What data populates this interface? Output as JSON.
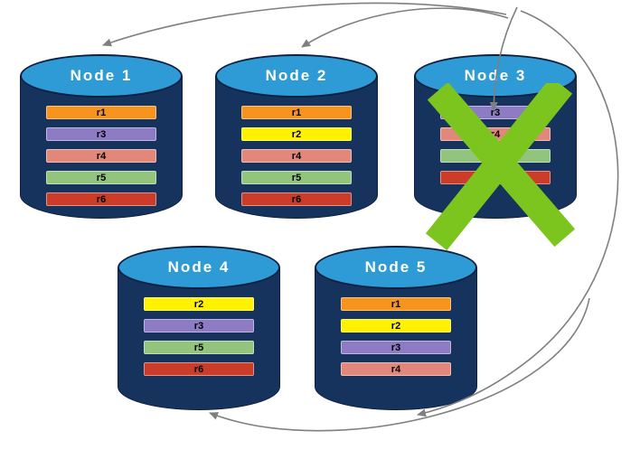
{
  "diagram": {
    "type": "database-replication-failure-diagram",
    "background": "#ffffff",
    "palette": {
      "cylinder_body": "#16335D",
      "cylinder_top": "#2E9BD6",
      "node_label_color": "#ffffff",
      "arrow_color": "#7f7f7f",
      "failure_x_color": "#7CC51E"
    },
    "nodes": [
      {
        "id": "node-1",
        "label": "Node 1",
        "failed": false,
        "replicas": [
          {
            "label": "r1",
            "color": "#F7941D"
          },
          {
            "label": "r3",
            "color": "#8D7BC4"
          },
          {
            "label": "r4",
            "color": "#E2887B"
          },
          {
            "label": "r5",
            "color": "#92C47E"
          },
          {
            "label": "r6",
            "color": "#CB3D28"
          }
        ]
      },
      {
        "id": "node-2",
        "label": "Node 2",
        "failed": false,
        "replicas": [
          {
            "label": "r1",
            "color": "#F7941D"
          },
          {
            "label": "r2",
            "color": "#FFF200"
          },
          {
            "label": "r4",
            "color": "#E2887B"
          },
          {
            "label": "r5",
            "color": "#92C47E"
          },
          {
            "label": "r6",
            "color": "#CB3D28"
          }
        ]
      },
      {
        "id": "node-3",
        "label": "Node 3",
        "failed": true,
        "replicas": [
          {
            "label": "r3",
            "color": "#8D7BC4"
          },
          {
            "label": "r4",
            "color": "#E2887B"
          },
          {
            "label": "r5",
            "color": "#92C47E"
          },
          {
            "label": "r6",
            "color": "#CB3D28"
          }
        ]
      },
      {
        "id": "node-4",
        "label": "Node 4",
        "failed": false,
        "replicas": [
          {
            "label": "r2",
            "color": "#FFF200"
          },
          {
            "label": "r3",
            "color": "#8D7BC4"
          },
          {
            "label": "r5",
            "color": "#92C47E"
          },
          {
            "label": "r6",
            "color": "#CB3D28"
          }
        ]
      },
      {
        "id": "node-5",
        "label": "Node 5",
        "failed": false,
        "replicas": [
          {
            "label": "r1",
            "color": "#F7941D"
          },
          {
            "label": "r2",
            "color": "#FFF200"
          },
          {
            "label": "r3",
            "color": "#8D7BC4"
          },
          {
            "label": "r4",
            "color": "#E2887B"
          }
        ]
      }
    ],
    "arrows": [
      {
        "from": "Node 3",
        "to": "Node 1"
      },
      {
        "from": "Node 3",
        "to": "Node 2"
      },
      {
        "from": "Node 3",
        "to": "Node 3"
      },
      {
        "from": "Node 3",
        "to": "Node 5"
      },
      {
        "from": "Node 3",
        "to": "Node 4"
      }
    ]
  }
}
